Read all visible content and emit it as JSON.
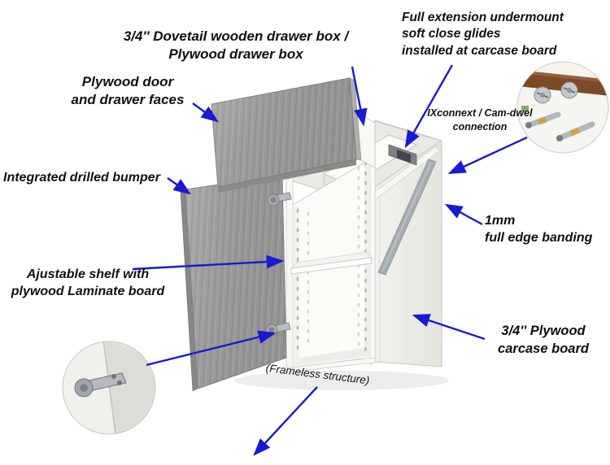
{
  "page": {
    "background": "#ffffff"
  },
  "colors": {
    "arrow_blue": "#1a1ad2",
    "label_text": "#101010",
    "door_gray": "#9d9d9b",
    "carcase_white": "#f7f7f4",
    "wood_brown": "#7c4a27"
  },
  "labels": {
    "drawer_box": {
      "line1": "3/4'' Dovetail wooden drawer box /",
      "line2": "Plywood drawer box"
    },
    "glides": {
      "line1": "Full extension undermount",
      "line2": "soft close glides",
      "line3": "installed at carcase board"
    },
    "door_faces": {
      "line1": "Plywood door",
      "line2": "and drawer faces"
    },
    "connection": {
      "line1": "IXconnext / Cam-dwel",
      "line2": "connection"
    },
    "bumper": {
      "line1": "Integrated drilled bumper"
    },
    "edge_banding": {
      "line1": "1mm",
      "line2": "full edge banding"
    },
    "shelf": {
      "line1": "Ajustable shelf with",
      "line2": "plywood Laminate board"
    },
    "carcase": {
      "line1": "3/4'' Plywood",
      "line2": "carcase board"
    },
    "frameless": {
      "line1": "(Frameless structure)"
    }
  }
}
